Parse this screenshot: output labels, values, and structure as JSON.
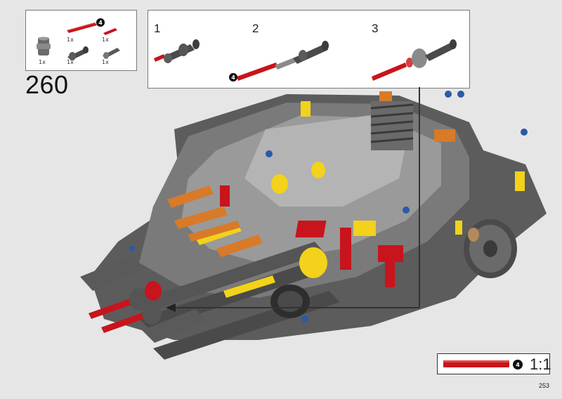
{
  "step": {
    "number": "260"
  },
  "parts_list": {
    "items": [
      {
        "icon": "bush-icon",
        "qty": "1x"
      },
      {
        "icon": "red-axle-icon",
        "qty": "1x",
        "length": "4"
      },
      {
        "icon": "red-axle-short-icon",
        "qty": "1x"
      },
      {
        "icon": "axle-connector-icon",
        "qty": "1x"
      },
      {
        "icon": "grey-pin-icon",
        "qty": "1x"
      }
    ]
  },
  "substeps": [
    {
      "label": "1"
    },
    {
      "label": "2",
      "axle_length": "4"
    },
    {
      "label": "3"
    }
  ],
  "scale_callout": {
    "axle_length": "4",
    "scale": "1:1"
  },
  "page": {
    "number": "253"
  },
  "colors": {
    "axle_red": "#c8141c",
    "dark_grey": "#4a4a4a",
    "light_grey": "#9a9a9a",
    "yellow": "#f2d21a",
    "orange": "#d87a28",
    "blue": "#2a5aa8",
    "background": "#e6e6e6"
  }
}
